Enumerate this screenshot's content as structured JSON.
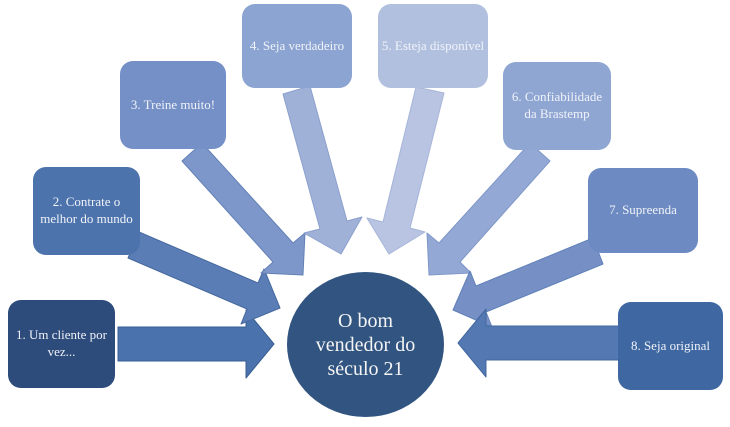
{
  "diagram": {
    "background": "#ffffff",
    "text_color": "#f0f3f8",
    "center": {
      "label": "O bom vendedor do século 21",
      "fill": "#315480",
      "text_color": "#f5f5f5"
    },
    "items": [
      {
        "label": "1. Um cliente por vez...",
        "box_color": "#2d4b7b",
        "arrow_color": "#4a72ac",
        "arrow_stroke": "#3a5f95"
      },
      {
        "label": "2. Contrate o melhor do mundo",
        "box_color": "#4d73ad",
        "arrow_color": "#5b7db6",
        "arrow_stroke": "#46699f"
      },
      {
        "label": "3. Treine muito!",
        "box_color": "#7590c6",
        "arrow_color": "#7e97ca",
        "arrow_stroke": "#6381b7"
      },
      {
        "label": "4. Seja verdadeiro",
        "box_color": "#8ca4d2",
        "arrow_color": "#a0b1d8",
        "arrow_stroke": "#8ba0cd"
      },
      {
        "label": "5. Esteja disponível",
        "box_color": "#b2c0df",
        "arrow_color": "#b8c4e2",
        "arrow_stroke": "#a5b4d8"
      },
      {
        "label": "6. Confiabilidade da Brastemp",
        "box_color": "#8fa6d3",
        "arrow_color": "#93a8d4",
        "arrow_stroke": "#7f97c8"
      },
      {
        "label": "7. Supreenda",
        "box_color": "#6d8bc2",
        "arrow_color": "#7690c5",
        "arrow_stroke": "#6081b8"
      },
      {
        "label": "8. Seja original",
        "box_color": "#3f68a3",
        "arrow_color": "#5478b2",
        "arrow_stroke": "#42689f"
      }
    ]
  }
}
